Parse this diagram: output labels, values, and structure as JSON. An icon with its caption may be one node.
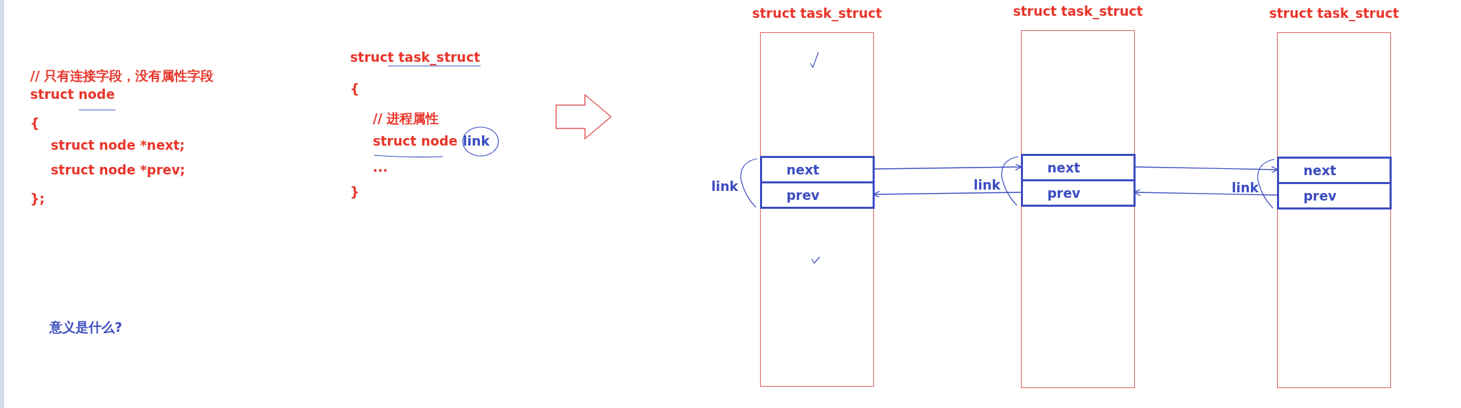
{
  "diagram": {
    "nodes": [
      {
        "text": [
          "struct task_struct"
        ]
      },
      {
        "text": [
          "next"
        ],
        "in": 0
      },
      {
        "text": [
          "prev"
        ],
        "in": 0
      },
      {
        "text": [
          "struct task_struct"
        ]
      },
      {
        "text": [
          "next"
        ],
        "in": 3
      },
      {
        "text": [
          "prev"
        ],
        "in": 3
      },
      {
        "text": [
          "struct task_struct"
        ]
      },
      {
        "text": [
          "next"
        ],
        "in": 6
      },
      {
        "text": [
          "prev"
        ],
        "in": 6
      }
    ],
    "edges": [
      {
        "from": 1,
        "to": 4,
        "arrow": "to"
      },
      {
        "from": 4,
        "to": 7,
        "arrow": "to"
      },
      {
        "from": 5,
        "to": 2,
        "arrow": "to"
      },
      {
        "from": 8,
        "to": 5,
        "arrow": "to"
      }
    ],
    "labels": [
      "// 只有连接字段，没有属性字段",
      "struct node",
      "{",
      "struct node *next;",
      "struct node *prev;",
      "};",
      "struct task_struct",
      "{",
      "// 进程属性",
      "struct node",
      "link",
      "...",
      "}",
      "link",
      "link",
      "link",
      "意义是什么?"
    ]
  }
}
